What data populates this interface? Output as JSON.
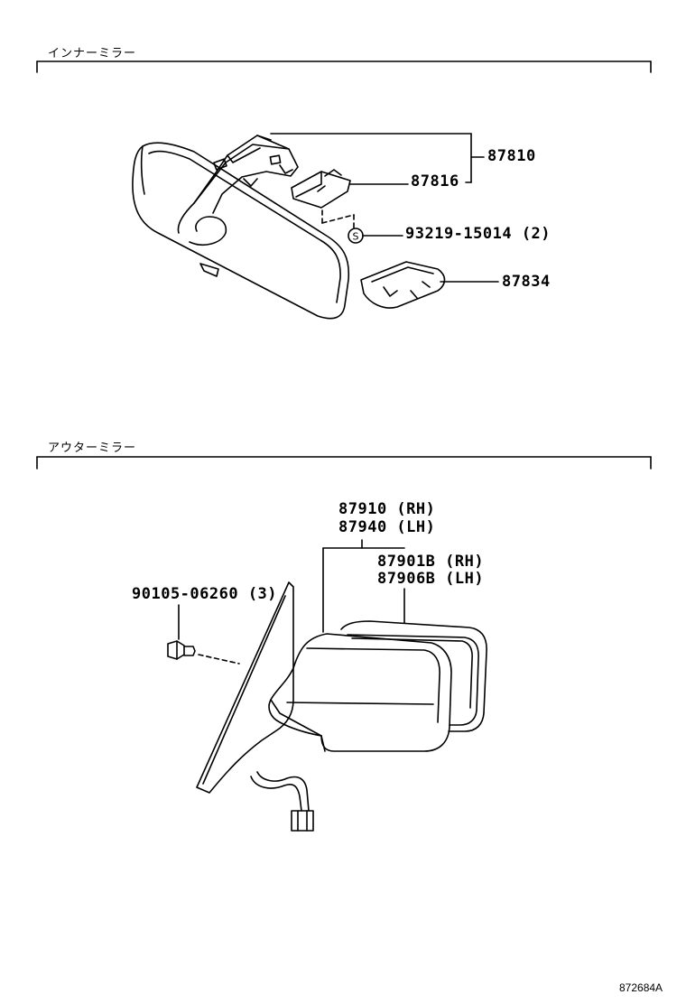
{
  "sections": {
    "inner": {
      "title": "インナーミラー"
    },
    "outer": {
      "title": "アウターミラー"
    }
  },
  "parts": {
    "p87810": "87810",
    "p87816": "87816",
    "p93219": "93219-15014 (2)",
    "p87834": "87834",
    "p87910": "87910 (RH)",
    "p87940": "87940 (LH)",
    "p87901b": "87901B (RH)",
    "p87906b": "87906B (LH)",
    "p90105": "90105-06260 (3)"
  },
  "symbols": {
    "s_mark": "S"
  },
  "ref_code": "872684A"
}
